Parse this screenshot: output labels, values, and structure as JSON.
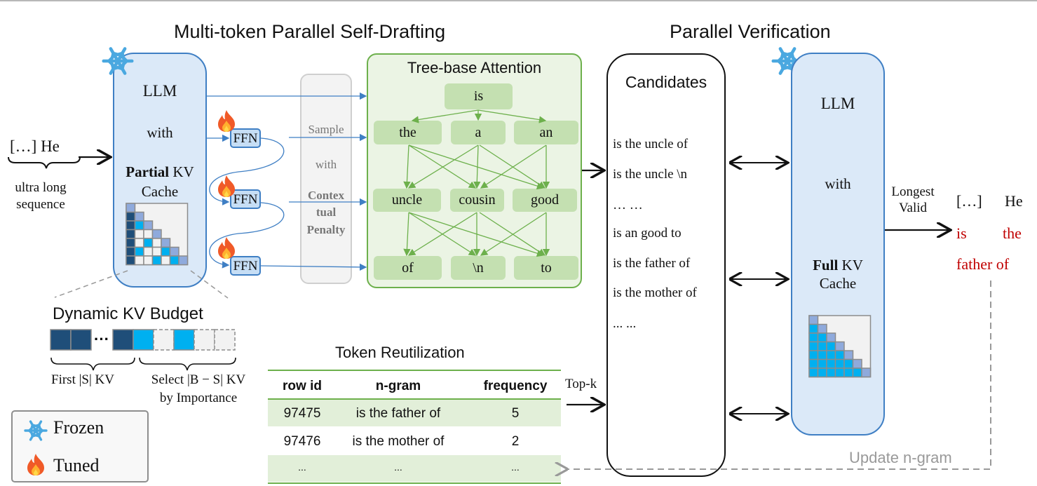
{
  "sections": {
    "drafting_title": "Multi-token Parallel Self-Drafting",
    "verification_title": "Parallel Verification",
    "tree_title": "Tree-base Attention",
    "candidates_title": "Candidates",
    "budget_title": "Dynamic KV Budget",
    "reutil_title": "Token Reutilization"
  },
  "input": {
    "text": "[…] He",
    "brace_label_1": "ultra long",
    "brace_label_2": "sequence"
  },
  "draft_llm": {
    "line1": "LLM",
    "line2": "with",
    "line3_bold": "Partial",
    "line3_rest": " KV",
    "line4": "Cache"
  },
  "ffn_label": "FFN",
  "sampler": {
    "line1": "Sample",
    "line2": "with",
    "line3": "Contex",
    "line4": "tual",
    "line5": "Penalty"
  },
  "tree": {
    "root": "is",
    "level1": [
      "the",
      "a",
      "an"
    ],
    "level2": [
      "uncle",
      "cousin",
      "good"
    ],
    "level3": [
      "of",
      "\\n",
      "to"
    ]
  },
  "candidates": [
    "is the uncle of",
    "is the uncle \\n",
    "… …",
    "is an good to",
    "is the father of",
    "is the mother of",
    "... ..."
  ],
  "verify_llm": {
    "line1": "LLM",
    "line2": "with",
    "line3_bold": "Full",
    "line3_rest": " KV",
    "line4": "Cache"
  },
  "output": {
    "arrow_label_1": "Longest",
    "arrow_label_2": "Valid",
    "prefix_1": "[…]",
    "prefix_2": "He",
    "accepted_1": "is",
    "accepted_2": "the",
    "accepted_3": "father of"
  },
  "budget": {
    "first_label": "First |S| KV",
    "select_label_1": "Select |B − S| KV",
    "select_label_2": "by Importance",
    "ellipsis": "···"
  },
  "table": {
    "headers": [
      "row id",
      "n-gram",
      "frequency"
    ],
    "rows": [
      [
        "97475",
        "is the father of",
        "5"
      ],
      [
        "97476",
        "is the mother of",
        "2"
      ],
      [
        "...",
        "...",
        "..."
      ]
    ]
  },
  "topk_label": "Top-k",
  "update_label": "Update n-gram",
  "legend": {
    "frozen": "Frozen",
    "tuned": "Tuned"
  },
  "colors": {
    "llm_fill": "#dbe9f8",
    "llm_border": "#3f7fc4",
    "tree_fill": "#ebf4e4",
    "tree_border": "#6db04c",
    "node_fill": "#c4e0b1",
    "kv_dark": "#1f4e79",
    "kv_selected": "#00b0f0",
    "kv_diag": "#8faadc",
    "accepted_text": "#c00000",
    "snowflake": "#4aa8e0",
    "flame": "#f05a28"
  }
}
